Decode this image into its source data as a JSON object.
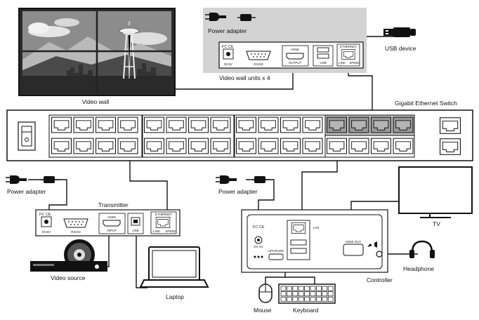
{
  "labels": {
    "video_wall": "Video wall",
    "power_adapter_top": "Power adapter",
    "video_wall_units": "Video wall units x 4",
    "usb_device": "USB device",
    "switch": "Gigabit Ethernet Switch",
    "power_adapter_left": "Power adapter",
    "transmitter": "Transmitter",
    "power_adapter_mid": "Power adapter",
    "tv": "TV",
    "video_source": "Video source",
    "laptop": "Laptop",
    "controller": "Controller",
    "headphone": "Headphone",
    "mouse": "Mouse",
    "keyboard": "Keyboard"
  },
  "unit_panel": {
    "fcce": "FC CE",
    "dc5v": "DC5V",
    "rs232": "RS232",
    "hdmi": "HDMI",
    "output": "OUTPUT",
    "usb": "USB",
    "ethernet": "ETHERNET",
    "link": "LINK",
    "speed": "SPEED"
  },
  "tx_panel": {
    "fcce": "FC CE",
    "dc5v": "DC5V",
    "rs232": "RS232",
    "hdmi": "HDMI",
    "input": "INPUT",
    "usb": "USB",
    "ethernet": "ETHERNET",
    "link": "LINK",
    "speed": "SPEED"
  },
  "ctrl_panel": {
    "fcce": "FC CE",
    "dc5v": "DC 5V",
    "upgrade": "UPGRADE",
    "lan": "LAN",
    "hdmi_out": "HDMI OUT"
  }
}
